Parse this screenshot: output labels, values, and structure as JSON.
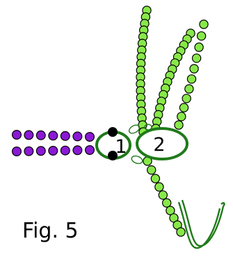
{
  "figure": {
    "caption": "Fig. 5",
    "ring_labels": [
      "1",
      "2"
    ]
  },
  "colors": {
    "bead_green": "#88e84a",
    "bead_purple": "#8a19d4",
    "ring_stroke": "#1f7a19",
    "knob": "#000000",
    "outline": "#000000"
  },
  "bead_counts": {
    "purple_upper_row": 7,
    "purple_lower_row": 7,
    "green_long_strand": 19,
    "green_middle_strand": 16,
    "green_right_strand": 11,
    "green_lower_strand": 10
  }
}
